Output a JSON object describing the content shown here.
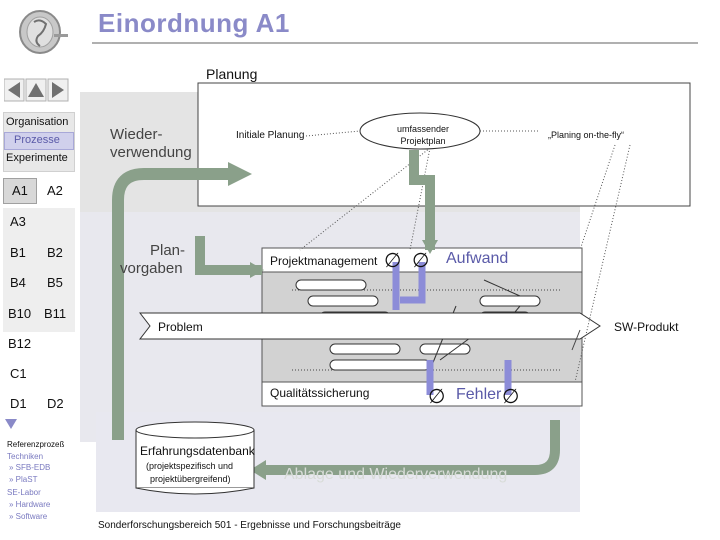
{
  "header": {
    "title": "Einordnung A1"
  },
  "sidebar": {
    "top_group": [
      "Organisation",
      "Prozesse",
      "Experimente"
    ],
    "row_a": [
      "A1",
      "A2"
    ],
    "a3": "A3",
    "row_b1": [
      "B1",
      "B2"
    ],
    "row_b2": [
      "B4",
      "B5"
    ],
    "row_b3": [
      "B10",
      "B11"
    ],
    "b12": "B12",
    "c1": "C1",
    "row_d": [
      "D1",
      "D2"
    ],
    "bottom_links": [
      "Referenzprozeß",
      "Techniken",
      "» SFB-EDB",
      "» PlaST",
      "SE-Labor",
      "» Hardware",
      "» Software"
    ]
  },
  "diagram": {
    "planung": "Planung",
    "wiederverwendung": [
      "Wieder-",
      "verwendung"
    ],
    "initiale_planung": "Initiale Planung",
    "umfassender_projektplan": [
      "umfassender",
      "Projektplan"
    ],
    "planing_on_the_fly": "„Planing on-the-fly“",
    "planvorgaben": [
      "Plan-",
      "vorgaben"
    ],
    "projektmanagement": "Projektmanagement",
    "aufwand": "Aufwand",
    "problem": "Problem",
    "sw_produkt": "SW-Produkt",
    "qualitaetssicherung": "Qualitätssicherung",
    "fehler": "Fehler",
    "erfahrungsdatenbank": "Erfahrungsdatenbank",
    "edb_sub": [
      "(projektspezifisch und",
      "projektübergreifend)"
    ],
    "ablage": "Ablage und Wiederverwendung",
    "empty_symbol": "∅"
  },
  "footer": {
    "text": "Sonderforschungsbereich 501 - Ergebnisse und Forschungsbeiträge"
  },
  "colors": {
    "title": "#8a8ac8",
    "arrow_green": "#8aa08a",
    "arrow_blue": "#8c8cd8",
    "panel_grey": "#d8d8d8",
    "link_blue": "#7a7ac0"
  }
}
